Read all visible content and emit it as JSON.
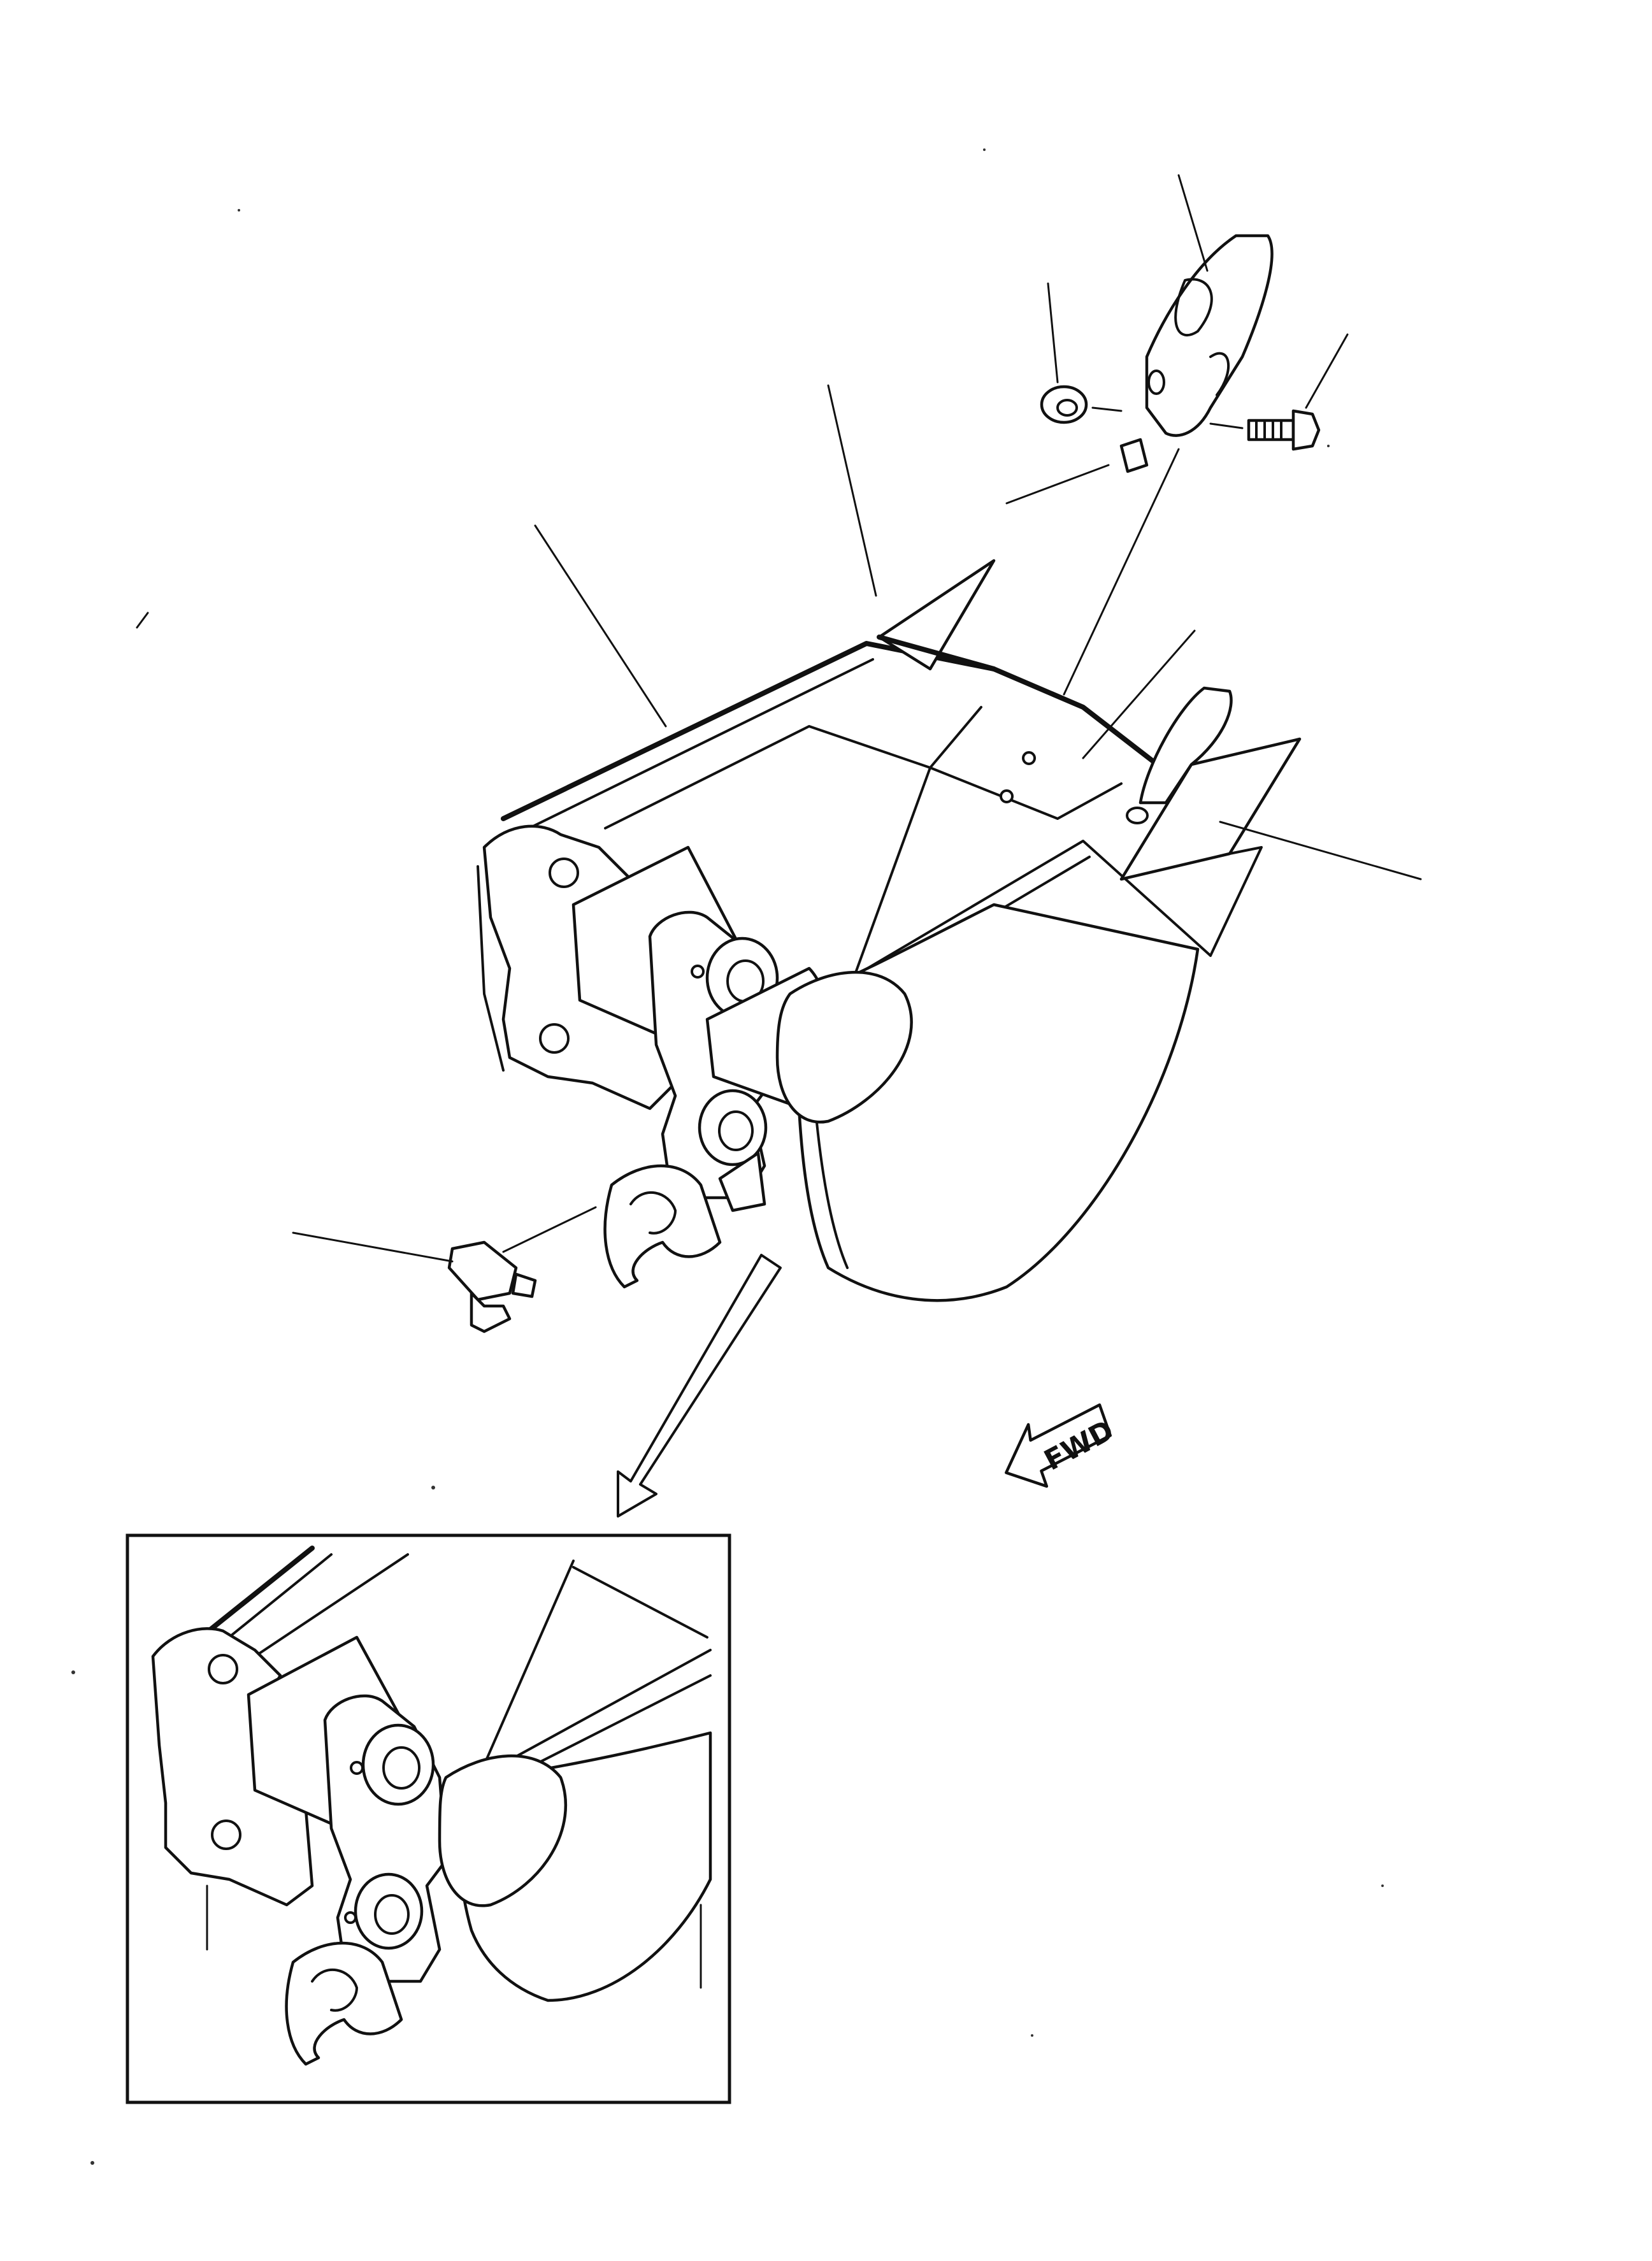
{
  "diagram": {
    "direction_marker": {
      "text": "FWD",
      "icon": "fwd-arrow-icon"
    },
    "parts": [
      {
        "id": "bucket-body"
      },
      {
        "id": "side-plate"
      },
      {
        "id": "wear-strip"
      },
      {
        "id": "tooth-adapter"
      },
      {
        "id": "tooth-point"
      },
      {
        "id": "nut"
      },
      {
        "id": "lock-washer"
      },
      {
        "id": "bolt"
      },
      {
        "id": "side-cutter"
      },
      {
        "id": "lock-pin"
      },
      {
        "id": "detail-bracket"
      }
    ]
  },
  "colors": {
    "ink": "#111111",
    "paper": "#ffffff"
  }
}
